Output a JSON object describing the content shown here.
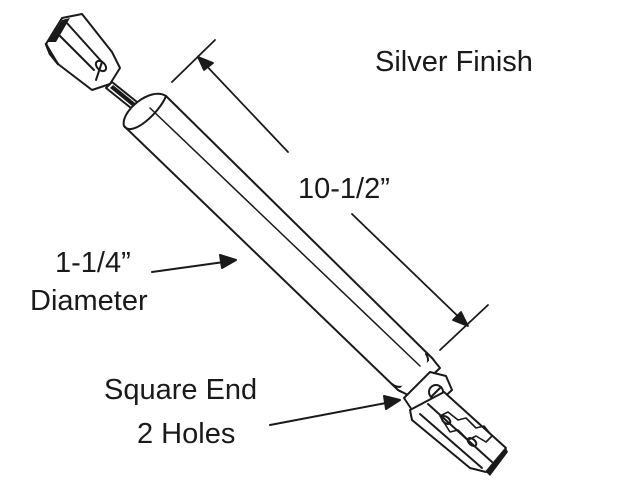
{
  "colors": {
    "line": "#1a1a1a",
    "fill": "#ffffff",
    "background": "#ffffff"
  },
  "labels": {
    "finish": "Silver Finish",
    "length": "10-1/2”",
    "diameter_line1": "1-1/4”",
    "diameter_line2": "Diameter",
    "end_line1": "Square End",
    "end_line2": "2 Holes"
  }
}
